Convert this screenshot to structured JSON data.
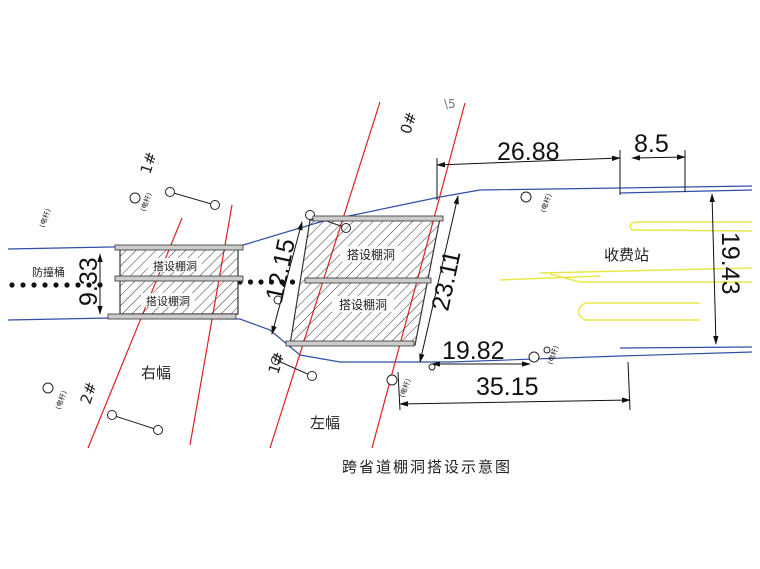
{
  "caption": "跨省道棚洞搭设示意图",
  "labels": {
    "right_half": "右幅",
    "left_half": "左幅",
    "toll_station": "收费站",
    "barrier": "防撞桶",
    "shed_tunnel": "搭设棚洞",
    "pier_1": "1#",
    "pier_0": "0#",
    "pier_2": "2#",
    "pole": "(电杆)"
  },
  "dimensions": {
    "d_26_88": "26.88",
    "d_8_5": "8.5",
    "d_19_43": "19.43",
    "d_23_11": "23.11",
    "d_12_15": "12.15",
    "d_9_33": "9.33",
    "d_19_82": "19.82",
    "d_35_15": "35.15"
  },
  "colors": {
    "road_edge": "#2f4fa8",
    "pier_line": "#e02020",
    "toll_lane": "#e8e84a",
    "shed_line": "#333333"
  }
}
